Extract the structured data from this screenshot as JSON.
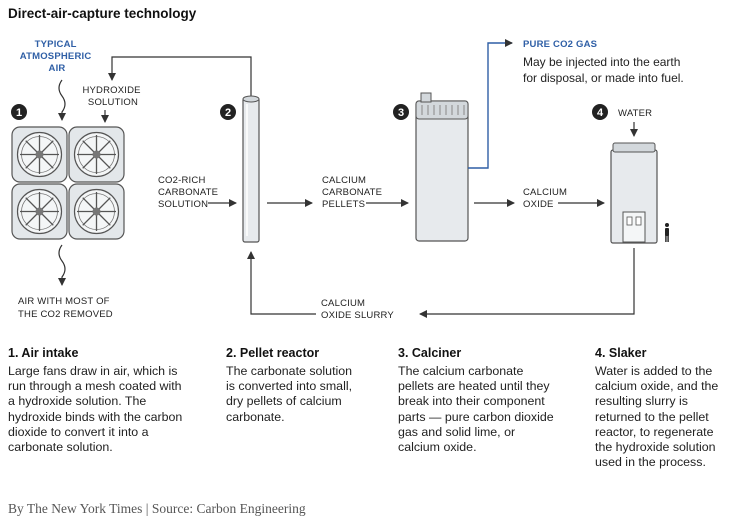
{
  "title": "Direct-air-capture technology",
  "labels": {
    "typical_air": [
      "TYPICAL",
      "ATMOSPHERIC",
      "AIR"
    ],
    "hydroxide_solution": [
      "HYDROXIDE",
      "SOLUTION"
    ],
    "co2_rich": [
      "CO2-RICH",
      "CARBONATE",
      "SOLUTION"
    ],
    "calcium_carbonate_pellets": [
      "CALCIUM",
      "CARBONATE",
      "PELLETS"
    ],
    "calcium_oxide": [
      "CALCIUM",
      "OXIDE"
    ],
    "pure_co2_gas": "PURE CO2 GAS",
    "pure_co2_note": [
      "May be injected into the earth",
      "for disposal, or made into fuel."
    ],
    "water": "WATER",
    "air_removed": [
      "AIR WITH MOST OF",
      "THE CO2 REMOVED"
    ],
    "calcium_oxide_slurry": [
      "CALCIUM",
      "OXIDE SLURRY"
    ]
  },
  "step_numbers": [
    "1",
    "2",
    "3",
    "4"
  ],
  "steps": [
    {
      "heading": "1. Air intake",
      "body": "Large fans draw in air, which is run through a mesh coated with a hydroxide solution. The hydroxide binds with the carbon dioxide to convert it into a carbonate solution."
    },
    {
      "heading": "2. Pellet reactor",
      "body": "The carbonate solution is converted into small, dry pellets of calcium carbonate."
    },
    {
      "heading": "3. Calciner",
      "body": "The calcium carbonate pellets are heated until they break into their component parts — pure carbon dioxide gas and solid lime, or calcium oxide."
    },
    {
      "heading": "4. Slaker",
      "body": "Water is added to the calcium oxide, and the resulting slurry is returned to the pellet reactor, to regenerate the hydroxide solution used in the process."
    }
  ],
  "credit": "By The New York Times | Source: Carbon Engineering",
  "colors": {
    "accent_blue": "#2f5fa6",
    "equipment_fill": "#e7eaed",
    "equipment_stroke": "#555555"
  }
}
